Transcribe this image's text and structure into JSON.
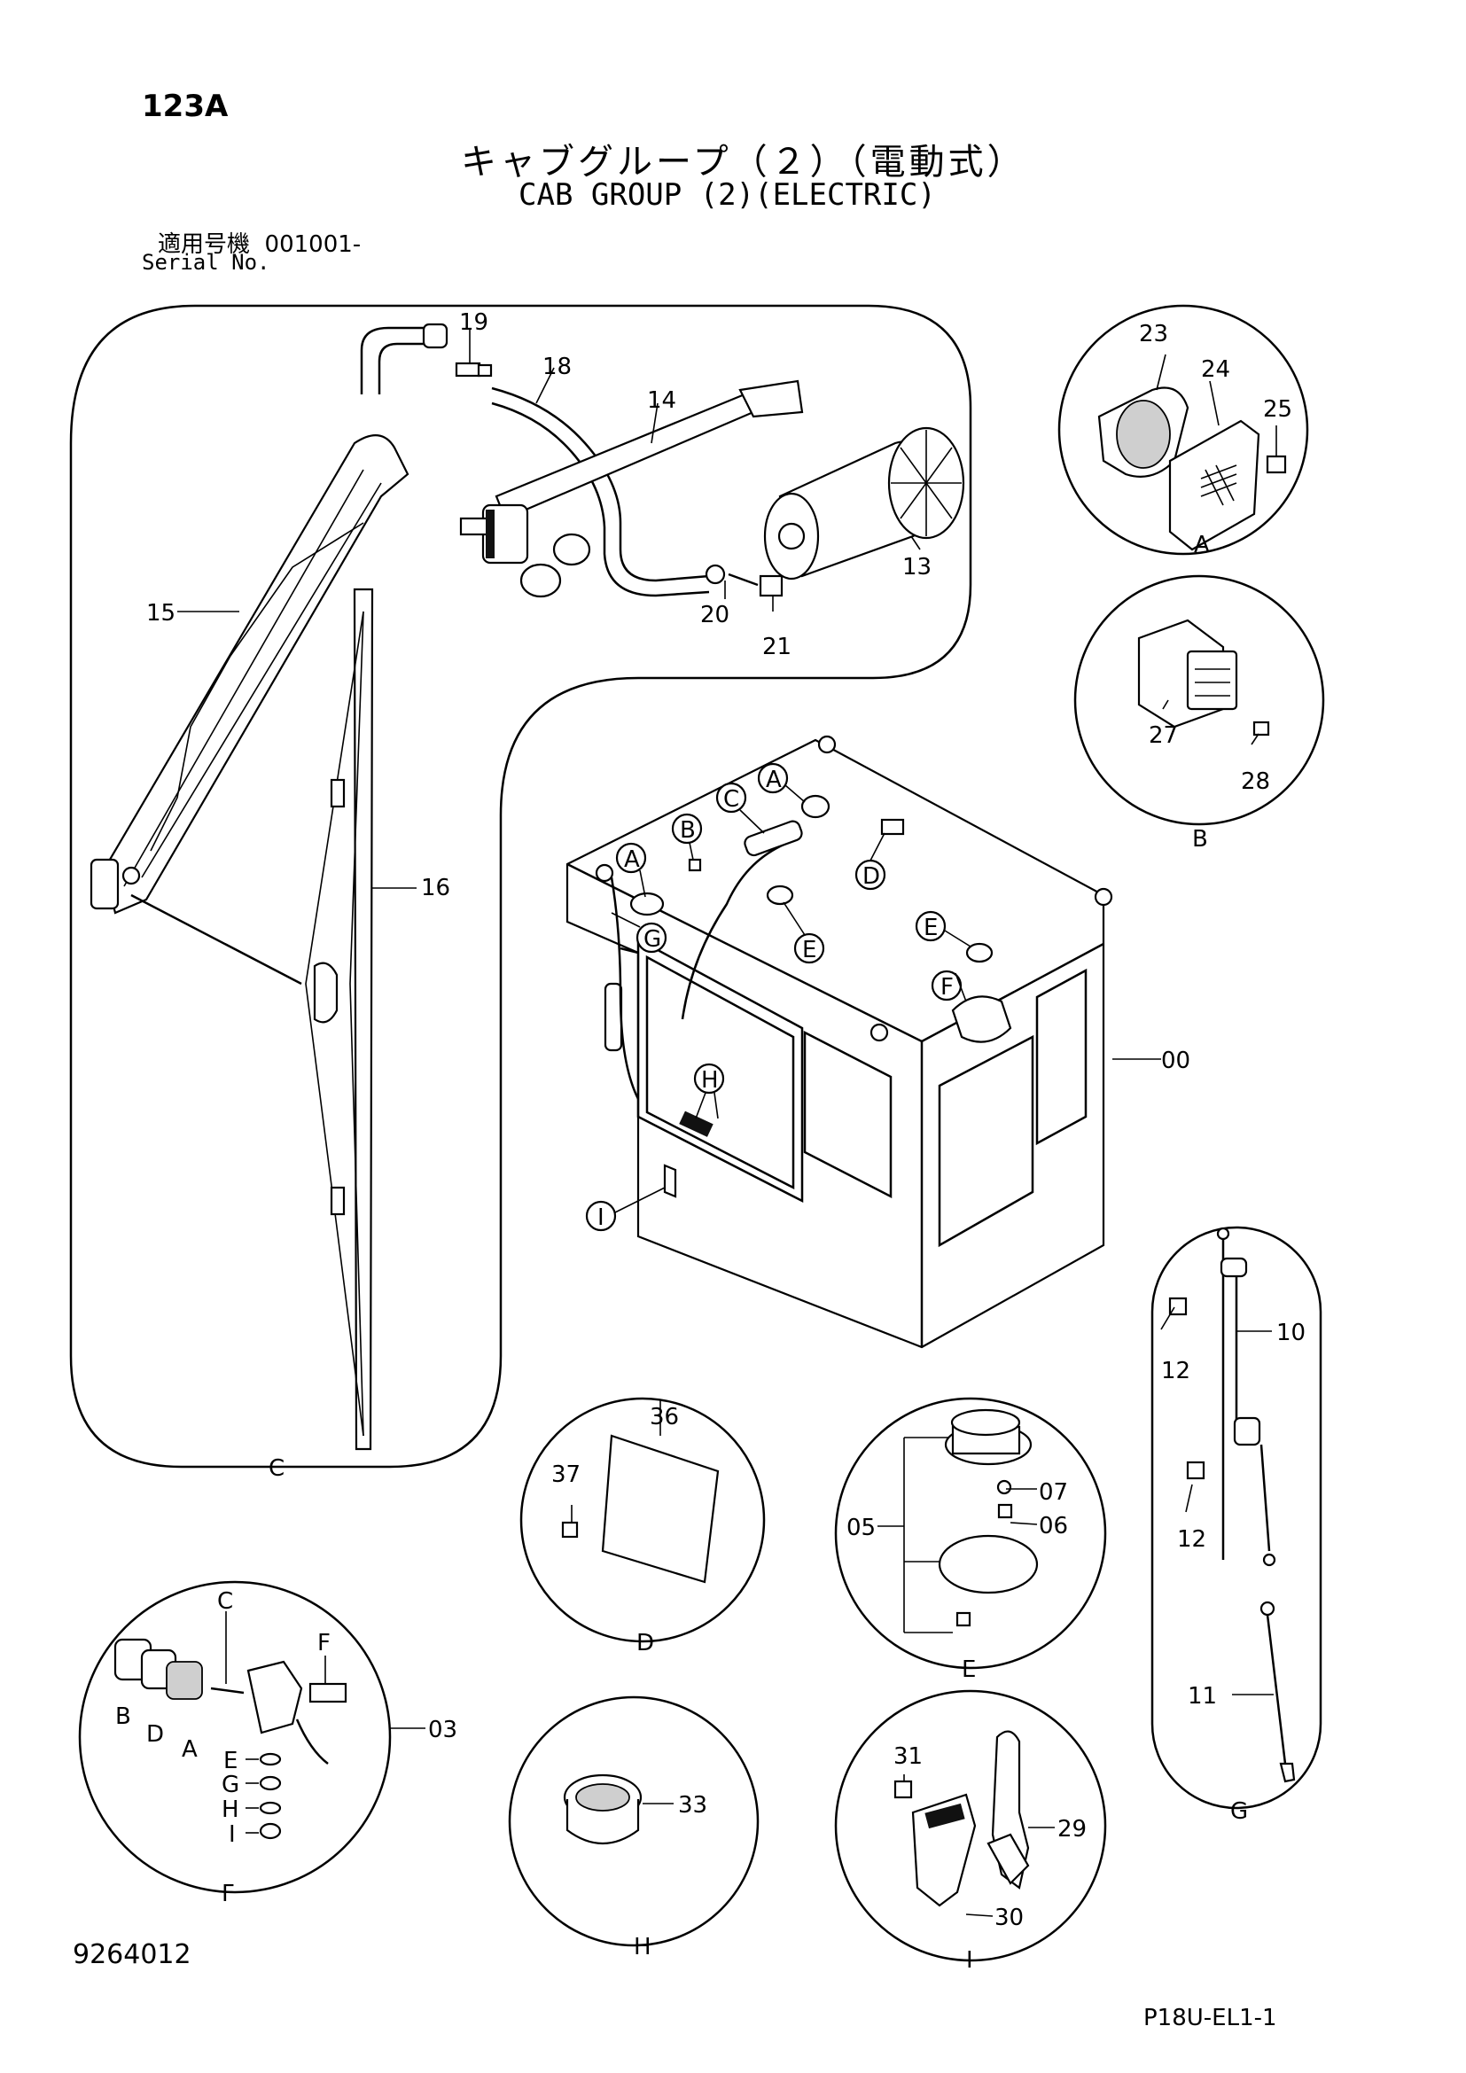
{
  "header": {
    "page_number": "123A",
    "title_jp": "キャブグループ（２）（電動式）",
    "title_en": "CAB GROUP (2)(ELECTRIC)",
    "serial_label_jp": "適用号機",
    "serial_value": "001001-",
    "serial_label_en": "Serial No."
  },
  "footer": {
    "doc_number": "9264012",
    "sheet_code": "P18U-EL1-1"
  },
  "callouts": {
    "p00": "00",
    "p03": "03",
    "p05": "05",
    "p06": "06",
    "p07": "07",
    "p10": "10",
    "p11": "11",
    "p12a": "12",
    "p12b": "12",
    "p13": "13",
    "p14": "14",
    "p15": "15",
    "p16": "16",
    "p18": "18",
    "p19": "19",
    "p20": "20",
    "p21": "21",
    "p23": "23",
    "p24": "24",
    "p25": "25",
    "p27": "27",
    "p28": "28",
    "p29": "29",
    "p30": "30",
    "p31": "31",
    "p33": "33",
    "p36": "36",
    "p37": "37"
  },
  "detail_letters": {
    "A": "A",
    "B": "B",
    "C": "C",
    "D": "D",
    "E": "E",
    "F": "F",
    "G": "G",
    "H": "H",
    "I": "I"
  }
}
